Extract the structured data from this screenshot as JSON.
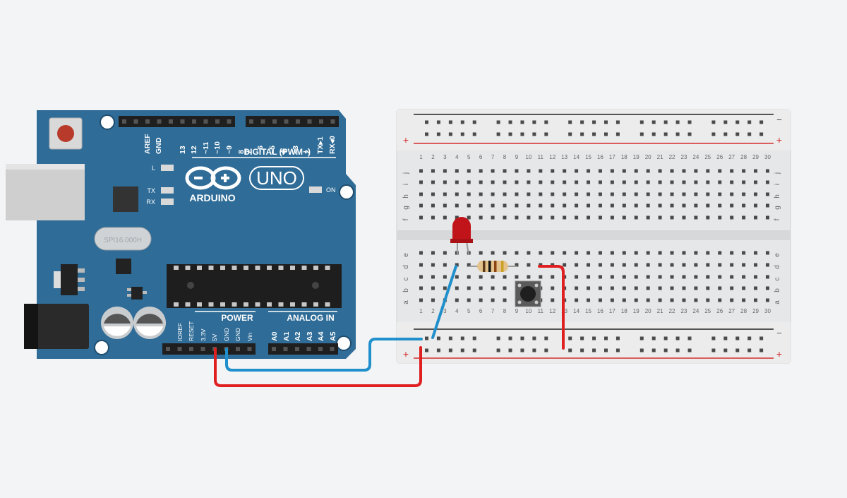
{
  "arduino": {
    "brand": "ARDUINO",
    "model": "UNO",
    "digital_label": "DIGITAL (PWM~)",
    "digital_pins": [
      "AREF",
      "GND",
      "13",
      "12",
      "~11",
      "~10",
      "~9",
      "8",
      "7",
      "~6",
      "~5",
      "4",
      "~3",
      "2",
      "TX▸1",
      "RX◂0"
    ],
    "led_l": "L",
    "led_tx": "TX",
    "led_rx": "RX",
    "led_on": "ON",
    "crystal": "SPI16.000H",
    "power_label": "POWER",
    "analog_label": "ANALOG IN",
    "power_pins": [
      "IOREF",
      "RESET",
      "3.3V",
      "5V",
      "GND",
      "GND",
      "Vin"
    ],
    "analog_pins": [
      "A0",
      "A1",
      "A2",
      "A3",
      "A4",
      "A5"
    ]
  },
  "breadboard": {
    "rail_minus": "−",
    "rail_plus": "+",
    "columns": [
      "1",
      "2",
      "3",
      "4",
      "5",
      "6",
      "7",
      "8",
      "9",
      "10",
      "11",
      "12",
      "13",
      "14",
      "15",
      "16",
      "17",
      "18",
      "19",
      "20",
      "21",
      "22",
      "23",
      "24",
      "25",
      "26",
      "27",
      "28",
      "29",
      "30"
    ],
    "rows_top": [
      "j",
      "i",
      "h",
      "g",
      "f"
    ],
    "rows_bottom": [
      "e",
      "d",
      "c",
      "b",
      "a"
    ]
  },
  "colors": {
    "board": "#2f6c97",
    "wire_red": "#e02020",
    "wire_blue": "#2090cc",
    "led": "#c0141a",
    "rail_red": "#d32f2f"
  }
}
